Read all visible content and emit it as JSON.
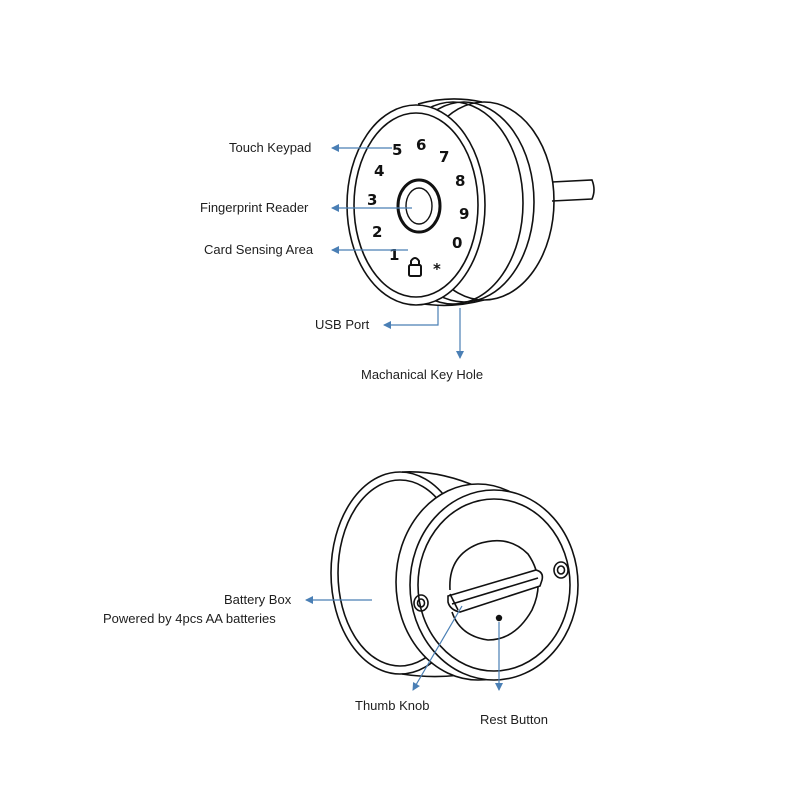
{
  "colors": {
    "outline": "#111111",
    "leader": "#4a7fb5",
    "text": "#1e1e1e"
  },
  "front_view": {
    "labels": {
      "touch_keypad": "Touch Keypad",
      "fingerprint_reader": "Fingerprint Reader",
      "card_sensing_area": "Card Sensing Area",
      "usb_port": "USB Port",
      "key_hole": "Machanical Key Hole"
    },
    "keypad": {
      "keys": [
        "5",
        "6",
        "7",
        "8",
        "9",
        "0",
        "4",
        "3",
        "2",
        "1",
        "*"
      ],
      "lock_icon": "padlock-icon"
    }
  },
  "back_view": {
    "labels": {
      "battery_box": "Battery Box",
      "battery_note": "Powered by 4pcs AA batteries",
      "thumb_knob": "Thumb Knob",
      "reset_button": "Rest Button"
    }
  }
}
